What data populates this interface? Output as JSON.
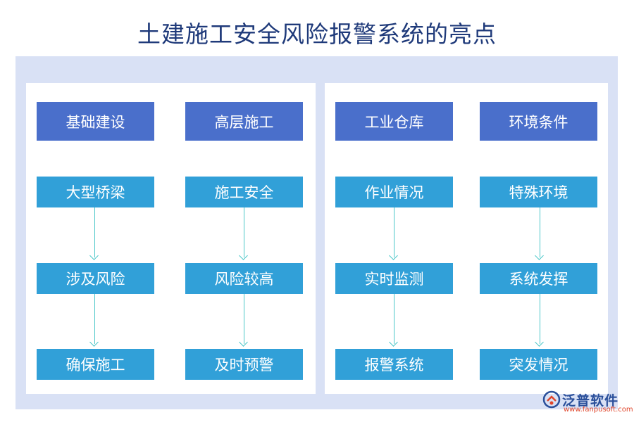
{
  "title": "土建施工安全风险报警系统的亮点",
  "columns": [
    {
      "head": "基础建设",
      "steps": [
        "大型桥梁",
        "涉及风险",
        "确保施工"
      ]
    },
    {
      "head": "高层施工",
      "steps": [
        "施工安全",
        "风险较高",
        "及时预警"
      ]
    },
    {
      "head": "工业仓库",
      "steps": [
        "作业情况",
        "实时监测",
        "报警系统"
      ]
    },
    {
      "head": "环境条件",
      "steps": [
        "特殊环境",
        "系统发挥",
        "突发情况"
      ]
    }
  ],
  "logo": {
    "name": "泛普软件",
    "url": "www.fanpusoft.com"
  },
  "colors": {
    "title": "#1f3a7a",
    "head_box": "#4a6fcb",
    "item_box": "#31a0d8",
    "arrow": "#4cc7c9",
    "panel": "#d9e1f5"
  }
}
